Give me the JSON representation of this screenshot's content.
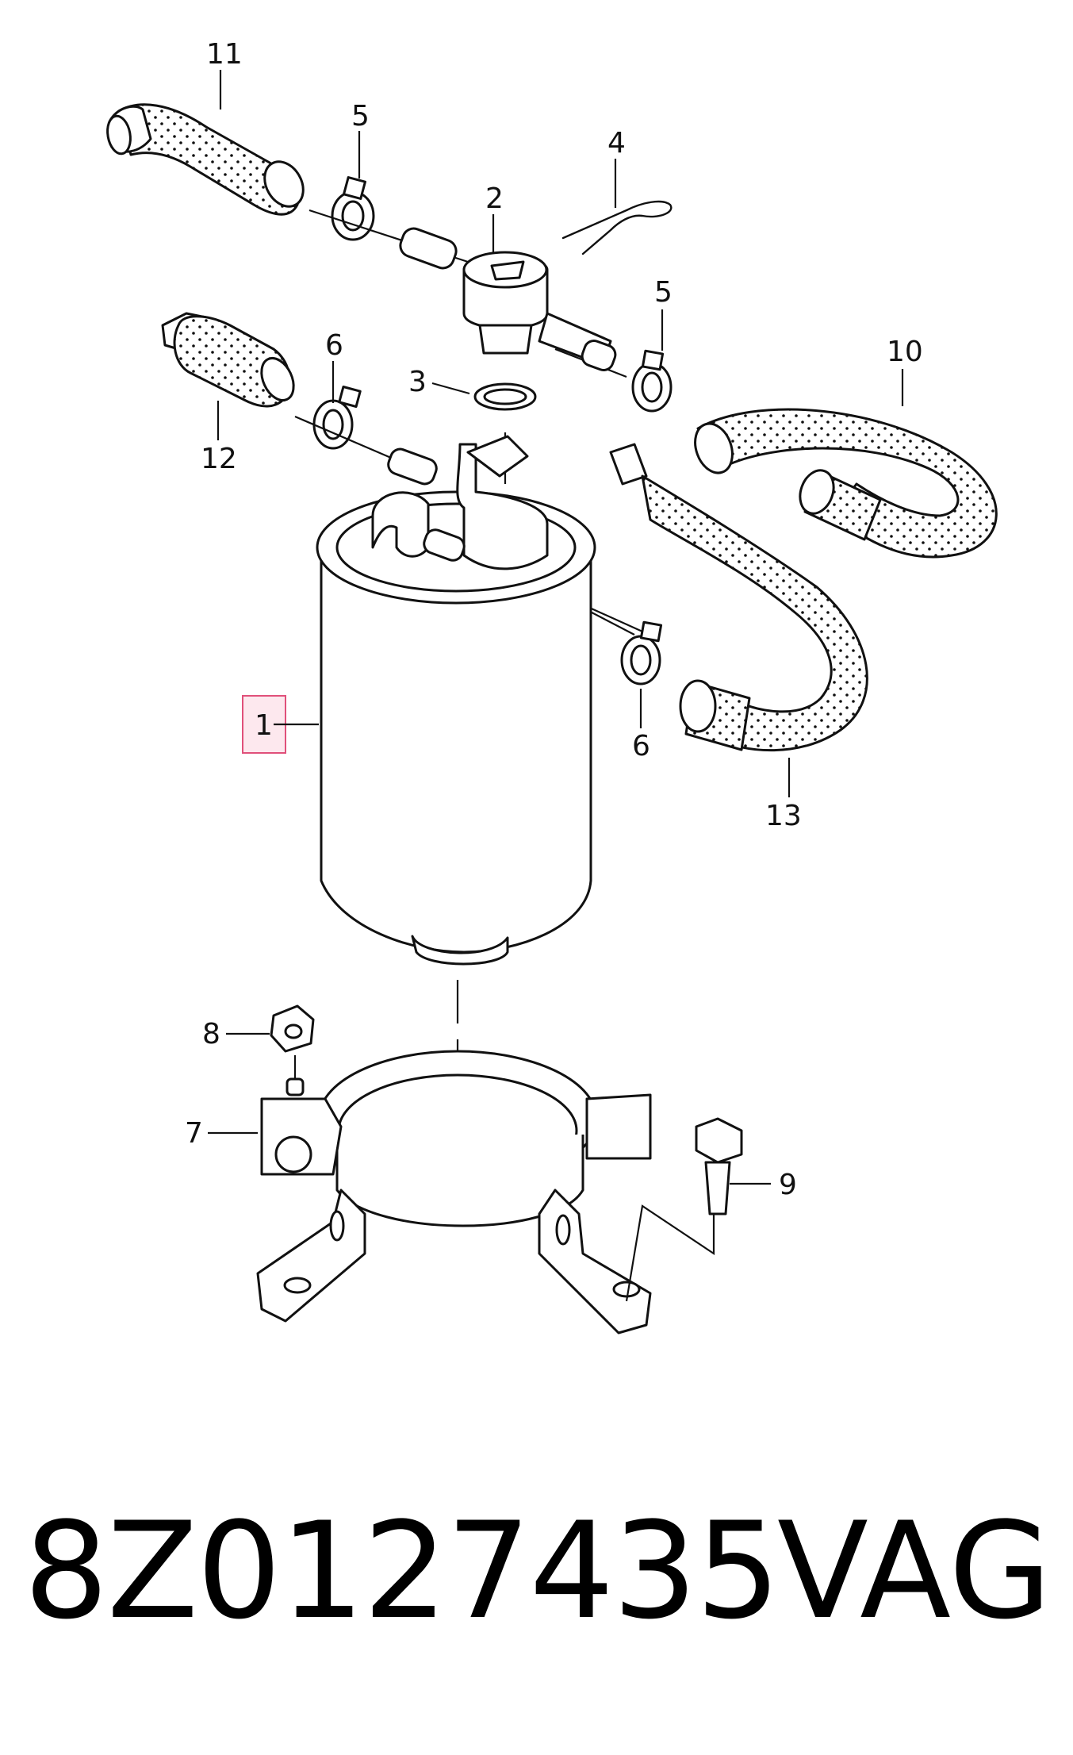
{
  "diagram": {
    "highlight_color": "#e0507a",
    "parts": [
      {
        "id": "1",
        "name": "fuel-filter",
        "highlighted": true
      },
      {
        "id": "2",
        "name": "valve"
      },
      {
        "id": "3",
        "name": "seal-ring"
      },
      {
        "id": "4",
        "name": "retaining-clip"
      },
      {
        "id": "5",
        "name": "hose-clamp"
      },
      {
        "id": "5",
        "name": "hose-clamp"
      },
      {
        "id": "6",
        "name": "hose-clamp"
      },
      {
        "id": "6",
        "name": "hose-clamp"
      },
      {
        "id": "7",
        "name": "filter-bracket"
      },
      {
        "id": "8",
        "name": "nut"
      },
      {
        "id": "9",
        "name": "bolt"
      },
      {
        "id": "10",
        "name": "fuel-hose"
      },
      {
        "id": "11",
        "name": "fuel-hose"
      },
      {
        "id": "12",
        "name": "fuel-hose"
      },
      {
        "id": "13",
        "name": "fuel-hose"
      }
    ]
  },
  "footer": {
    "part_number": "8Z0127435",
    "brand": "VAG"
  }
}
